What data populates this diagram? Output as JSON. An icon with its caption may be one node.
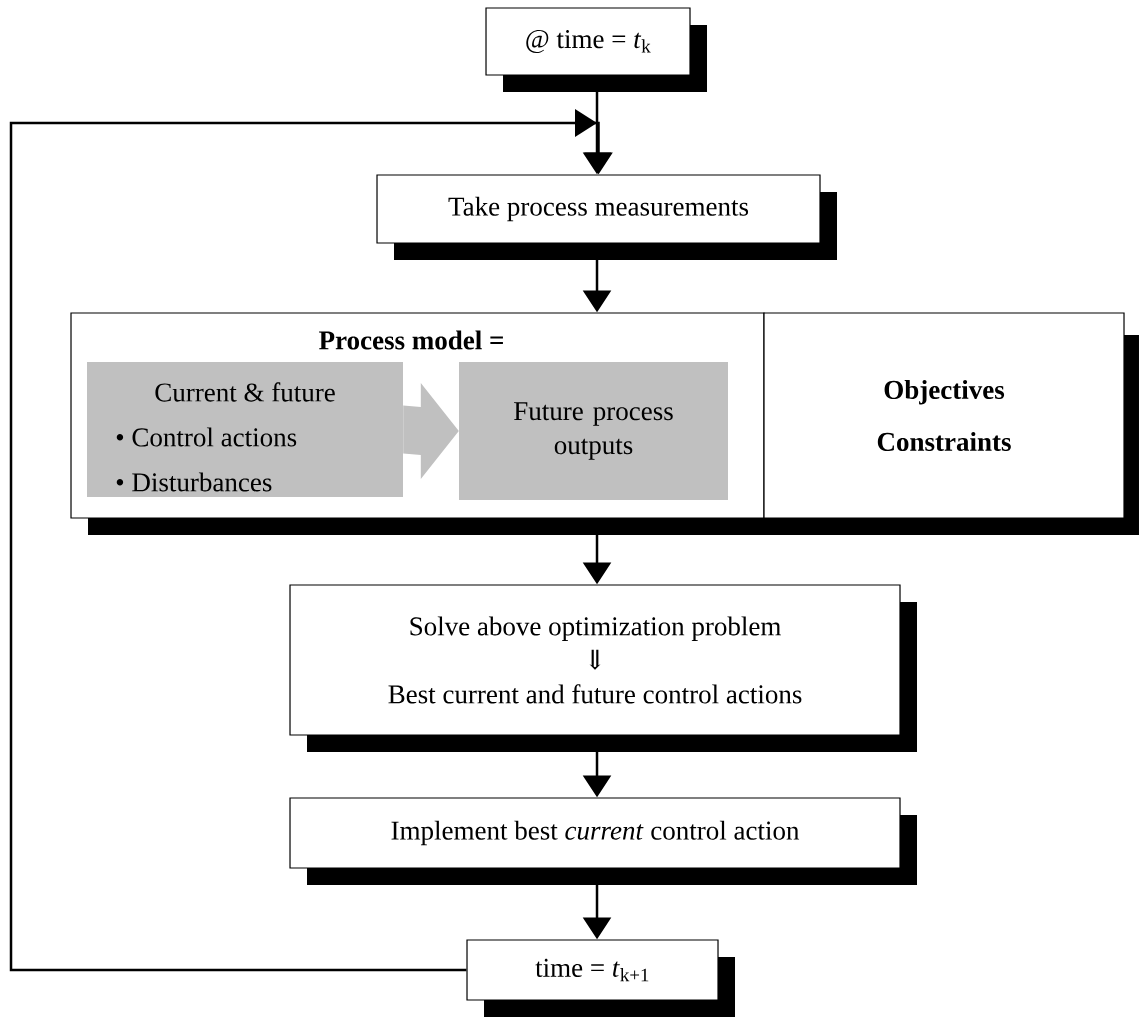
{
  "diagram": {
    "nodes": [
      {
        "text": [
          "@ time = *t*$_{k}$"
        ]
      },
      {
        "text": [
          "Take process measurements"
        ]
      },
      {
        "text": [
          "Process model ="
        ]
      },
      {
        "text": [
          "Current & future",
          "• Control actions",
          "• Disturbances"
        ],
        "in": 2
      },
      {
        "text": [
          "Future process outputs"
        ],
        "in": 2
      },
      {
        "text": [
          "Objectives",
          "Constraints"
        ]
      },
      {
        "text": [
          "Solve above optimization problem",
          "⇓",
          "Best current and future control actions"
        ]
      },
      {
        "text": [
          "Implement best *current* control action"
        ]
      },
      {
        "text": [
          "time = *t*$_{k+1}$"
        ]
      }
    ],
    "edges": [
      {
        "from": 0,
        "to": 1,
        "arrow": "to"
      },
      {
        "from": 1,
        "to": 2,
        "arrow": "to"
      },
      {
        "from": 3,
        "to": 4,
        "arrow": "to",
        "style": "thick",
        "color": "#c0c0c0"
      },
      {
        "from": 2,
        "to": 6,
        "arrow": "to"
      },
      {
        "from": 6,
        "to": 7,
        "arrow": "to"
      },
      {
        "from": 7,
        "to": 8,
        "arrow": "to"
      },
      {
        "from": 8,
        "to": 1,
        "arrow": "to"
      }
    ]
  }
}
